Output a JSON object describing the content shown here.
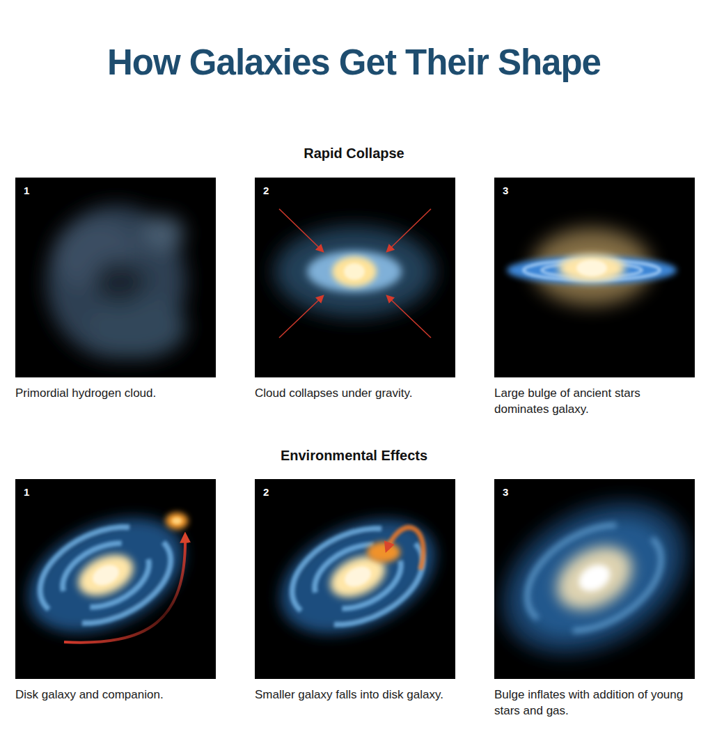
{
  "diagram": {
    "title": "How Galaxies Get Their Shape",
    "nodes": [
      {
        "text": [
          "1",
          "Primordial hydrogen cloud."
        ]
      },
      {
        "text": [
          "2",
          "Cloud collapses under gravity."
        ]
      },
      {
        "text": [
          "3",
          "Large bulge of ancient stars dominates galaxy."
        ]
      },
      {
        "text": [
          "1",
          "Disk galaxy and companion."
        ]
      },
      {
        "text": [
          "2",
          "Smaller galaxy falls into disk galaxy."
        ]
      },
      {
        "text": [
          "3",
          "Bulge inflates with addition of young stars and gas."
        ]
      }
    ],
    "labels": [
      "Rapid Collapse",
      "Environmental Effects"
    ]
  }
}
